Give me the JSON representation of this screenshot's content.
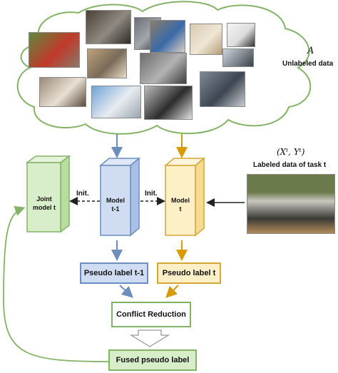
{
  "cloud": {
    "set_symbol": "A",
    "caption": "Unlabeled data",
    "photos": [
      {
        "name": "train-photo",
        "colors": [
          "#5f8a3c",
          "#c0392b",
          "#8a7a66"
        ]
      },
      {
        "name": "workshop-photo",
        "colors": [
          "#4a4036",
          "#8f8a80",
          "#2e2a25"
        ]
      },
      {
        "name": "motorcycle-photo",
        "colors": [
          "#6b6f75",
          "#a3a6aa",
          "#2f3236"
        ]
      },
      {
        "name": "kid-on-floor-photo",
        "colors": [
          "#8a7d6a",
          "#3a6aa8",
          "#d9cfc0"
        ]
      },
      {
        "name": "bowl-photo",
        "colors": [
          "#d8cab2",
          "#efe6d4",
          "#b59c7a"
        ]
      },
      {
        "name": "birds-sky-photo",
        "colors": [
          "#f4f4f4",
          "#dddddd",
          "#333333"
        ]
      },
      {
        "name": "room-photo",
        "colors": [
          "#bda27c",
          "#7a6a58",
          "#e8dcc6"
        ]
      },
      {
        "name": "sheep-photo",
        "colors": [
          "#6c6c6c",
          "#b3b3b3",
          "#3d3d3d"
        ]
      },
      {
        "name": "bridge-photo",
        "colors": [
          "#cfd6dd",
          "#7e868f",
          "#3c4148"
        ]
      },
      {
        "name": "party-photo",
        "colors": [
          "#9a8a78",
          "#e9e0d3",
          "#5a4b3d"
        ]
      },
      {
        "name": "airplane-photo",
        "colors": [
          "#6fa3d8",
          "#e8ecf0",
          "#9aa4ae"
        ]
      },
      {
        "name": "phone-photo",
        "colors": [
          "#bcbcbc",
          "#2c2c2c",
          "#e3e3e3"
        ]
      },
      {
        "name": "office-photo",
        "colors": [
          "#7f8a96",
          "#3c4652",
          "#c8ccd0"
        ]
      }
    ]
  },
  "labeled": {
    "pair_symbol": "(Xᵗ, Yᵗ)",
    "caption": "Labeled data of task t",
    "photo_colors": [
      "#6b7a4a",
      "#c9c7c0",
      "#3a3a36",
      "#b38a5a"
    ]
  },
  "boxes": {
    "joint": {
      "line1": "Joint",
      "line2": "model t"
    },
    "prev": {
      "line1": "Model",
      "line2": "t-1"
    },
    "curr": {
      "line1": "Model",
      "line2": "t"
    }
  },
  "init_label_left": "Init.",
  "init_label_right": "Init.",
  "pseudo_prev": "Pseudo label t-1",
  "pseudo_curr": "Pseudo label t",
  "conflict": "Conflict Reduction",
  "fused": "Fused pseudo label",
  "colors": {
    "green_face": "#d8edc9",
    "green_side": "#b9dca0",
    "green_stroke": "#82b366",
    "blue_face": "#cfdcf2",
    "blue_side": "#a9c0e6",
    "blue_stroke": "#6c8ebf",
    "yellow_face": "#fdefc6",
    "yellow_side": "#f6dc93",
    "yellow_stroke": "#d6a636",
    "cloud_stroke": "#82b366",
    "arrow_blue": "#6c8ebf",
    "arrow_yellow": "#d79b00"
  }
}
